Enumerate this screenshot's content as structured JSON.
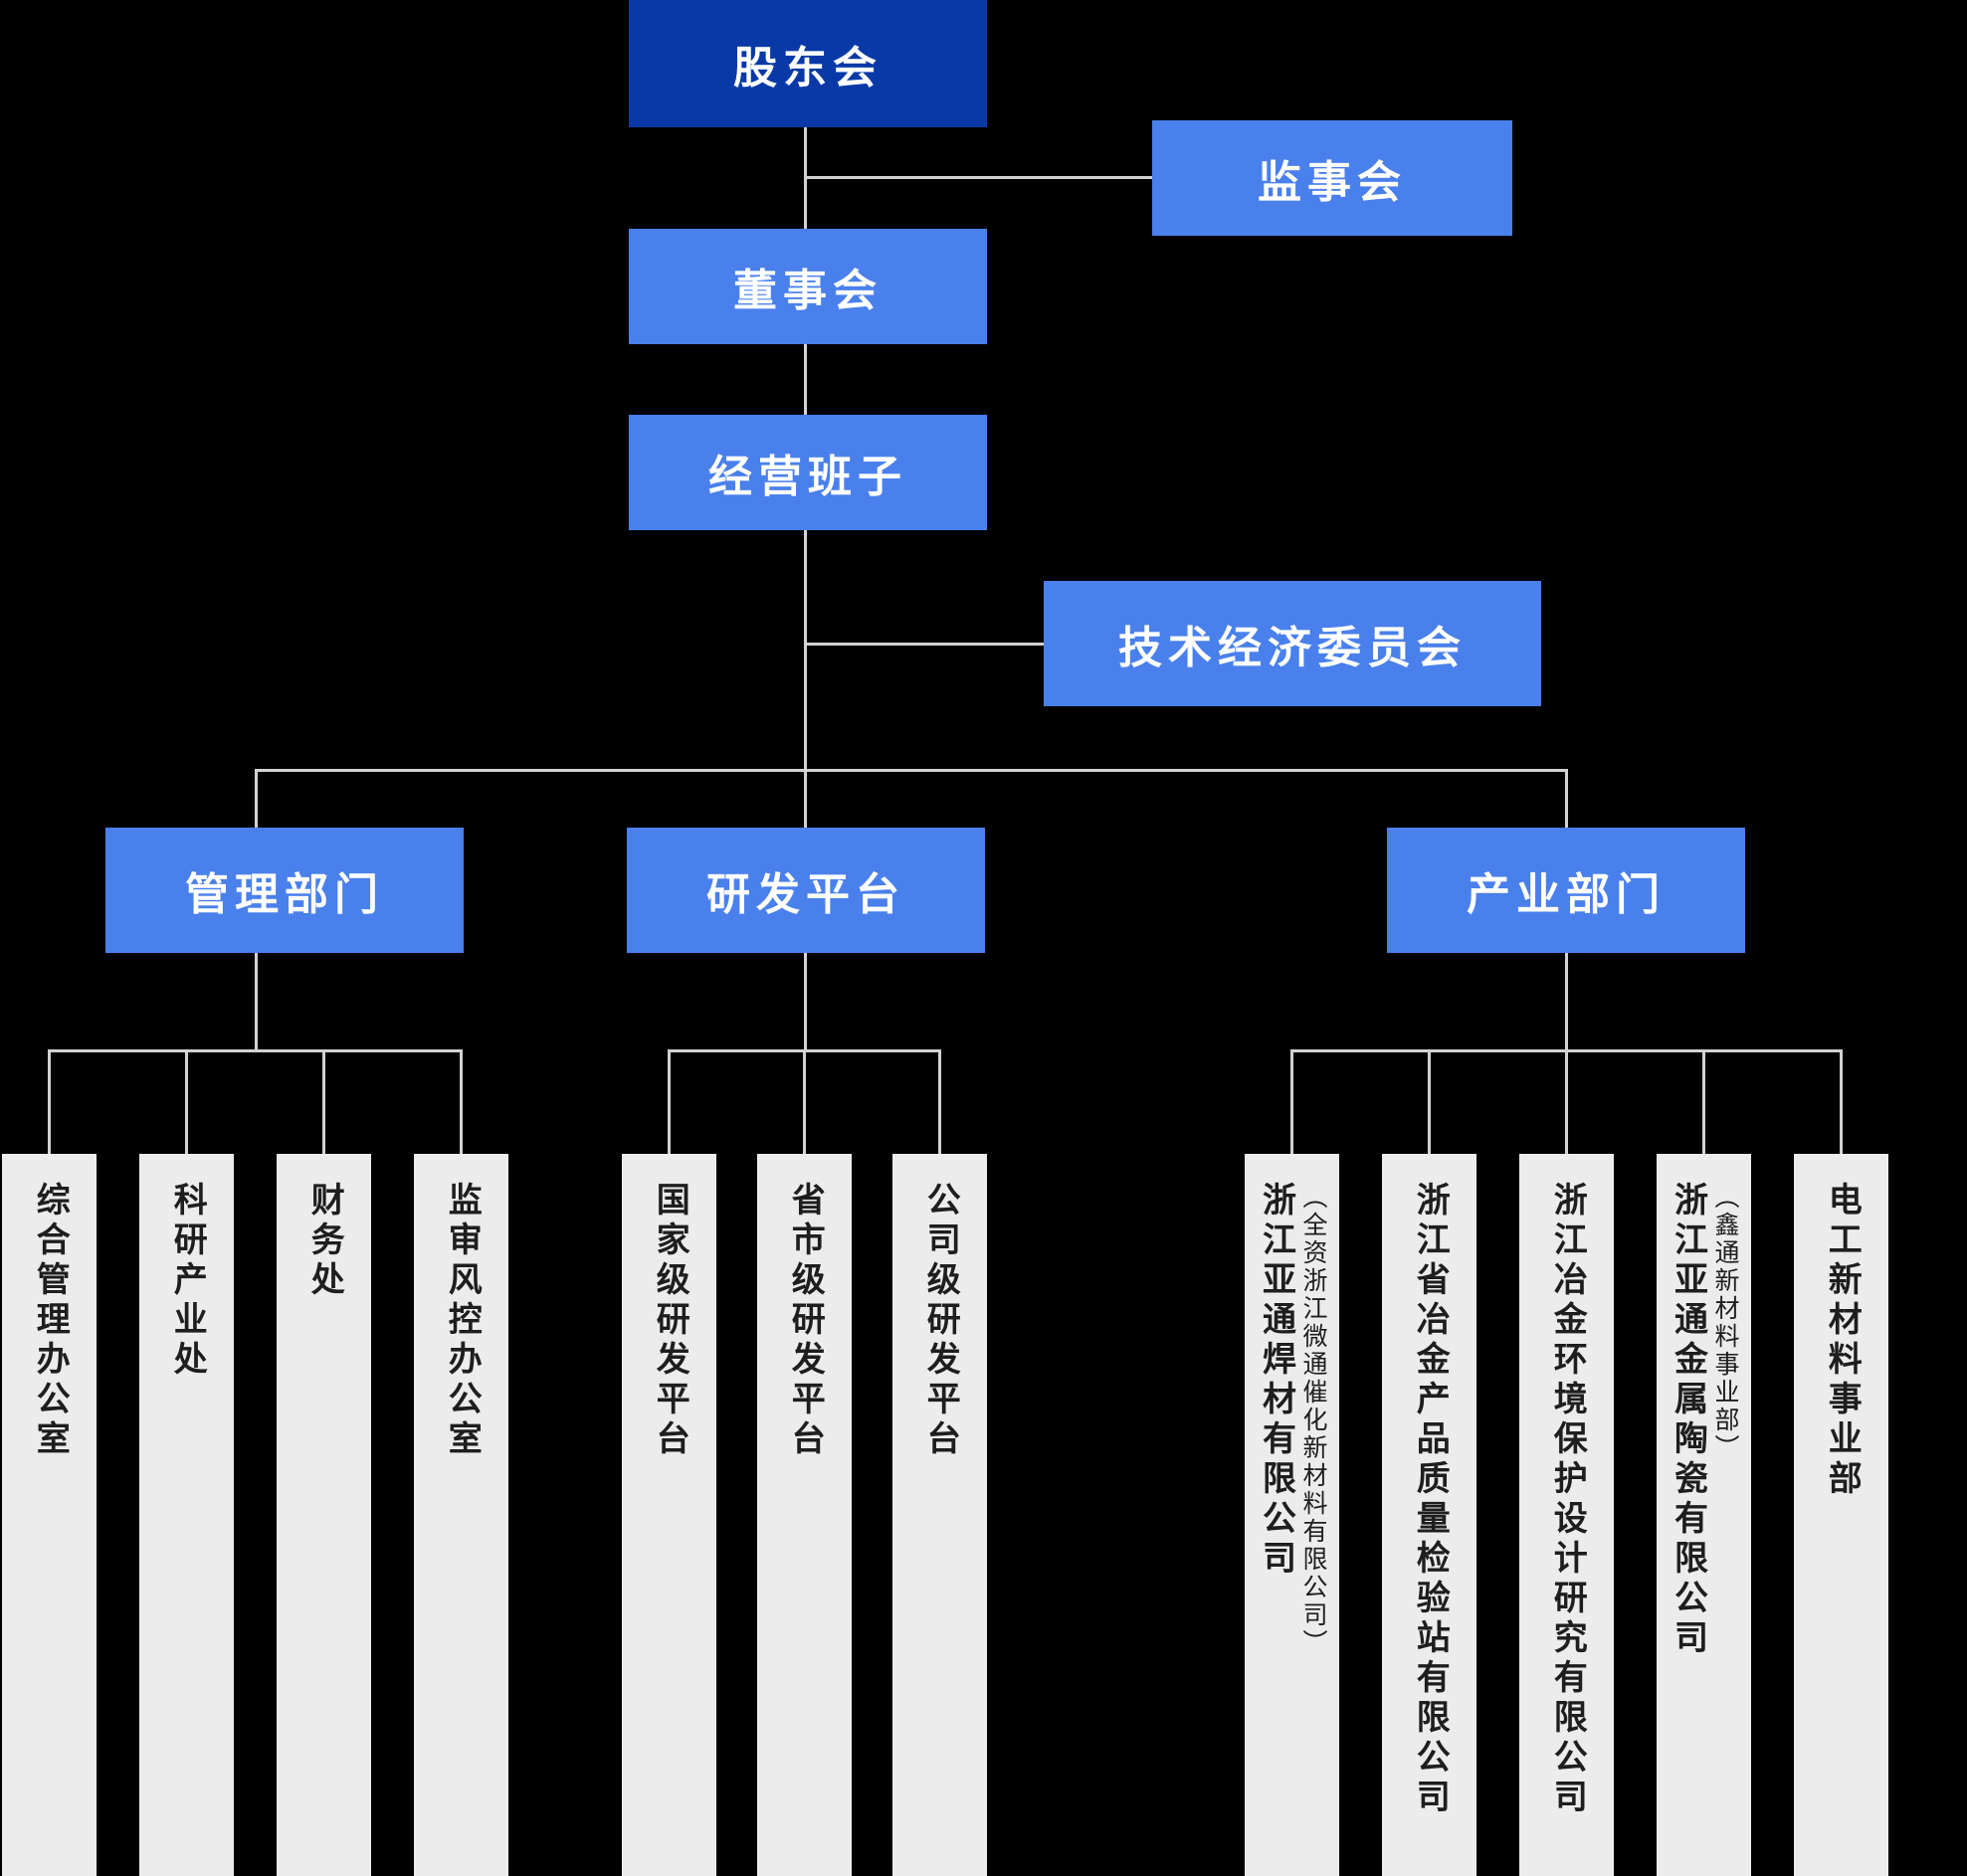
{
  "diagram": {
    "type": "org-chart",
    "root": "股东会"
  },
  "colors": {
    "background": "#000000",
    "node_dark_blue": "#0839a6",
    "node_blue": "#4a80ec",
    "connector_line": "#d2d2d2",
    "leaf_background": "#ececec",
    "leaf_text": "#1e1e1e",
    "node_text": "#ffffff"
  },
  "nodes": {
    "shareholders": "股东会",
    "supervisory_board": "监事会",
    "board_of_directors": "董事会",
    "management_team": "经营班子",
    "tech_econ_committee": "技术经济委员会",
    "management_dept": "管理部门",
    "rnd_platform": "研发平台",
    "industry_dept": "产业部门"
  },
  "management_children": [
    {
      "label": "综合管理办公室"
    },
    {
      "label": "科研产业处"
    },
    {
      "label": "财务处"
    },
    {
      "label": "监审风控办公室"
    }
  ],
  "rnd_children": [
    {
      "label": "国家级研发平台"
    },
    {
      "label": "省市级研发平台"
    },
    {
      "label": "公司级研发平台"
    }
  ],
  "industry_children": [
    {
      "label": "浙江亚通焊材有限公司",
      "sub": "（全资浙江微通催化新材料有限公司）"
    },
    {
      "label": "浙江省冶金产品质量检验站有限公司",
      "sub": ""
    },
    {
      "label": "浙江冶金环境保护设计研究有限公司",
      "sub": ""
    },
    {
      "label": "浙江亚通金属陶瓷有限公司",
      "sub": "（鑫通新材料事业部）"
    },
    {
      "label": "电工新材料事业部",
      "sub": ""
    }
  ]
}
